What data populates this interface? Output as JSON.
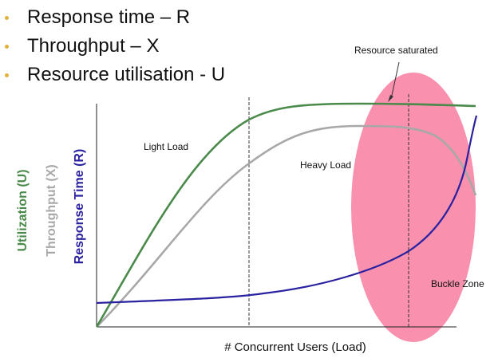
{
  "bullets": [
    {
      "text": "Response time – R"
    },
    {
      "text": "Throughput – X"
    },
    {
      "text": "Resource utilisation - U"
    }
  ],
  "chart": {
    "annotation": "Resource saturated",
    "regions": {
      "light": "Light Load",
      "heavy": "Heavy Load",
      "buckle": "Buckle Zone"
    },
    "x_label": "# Concurrent Users (Load)",
    "y_labels": {
      "utilization": "Utilization (U)",
      "throughput": "Throughput (X)",
      "response": "Response Time (R)"
    },
    "colors": {
      "utilization": "#4a8a4a",
      "throughput": "#a8a8a8",
      "response": "#2a21a0",
      "saturation_zone": "#f781a3"
    }
  }
}
